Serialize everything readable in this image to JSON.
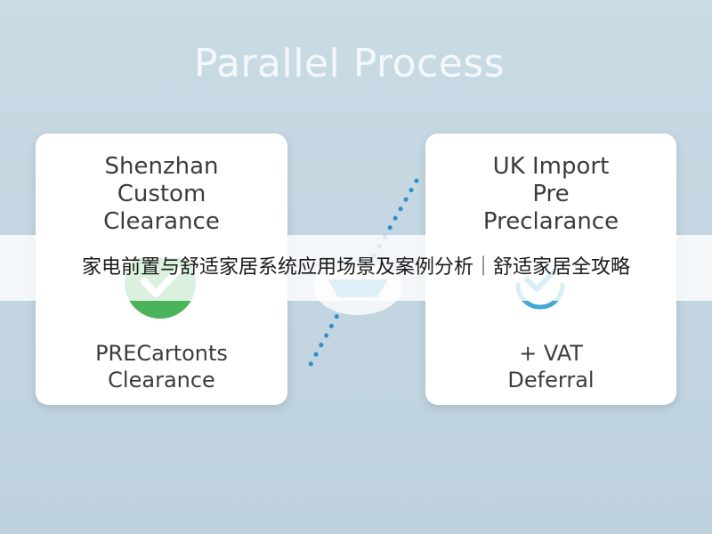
{
  "diagram": {
    "title": "Parallel Process",
    "left_card": {
      "top_text": "Shenzhan\nCustom\nClearance",
      "bottom_text": "PRECartonts\nClearance",
      "icon": "checkmark-circle-icon",
      "icon_color": "#4bb35a"
    },
    "right_card": {
      "top_text": "UK Import\nPre\nPreclarance",
      "bottom_text": "+ VAT\nDeferral",
      "icon": "checkmark-circle-icon",
      "icon_color": "#45a9d6"
    },
    "center_icon": "ship-icon",
    "connector_color": "#2f8fc9"
  },
  "banner": {
    "text": "家电前置与舒适家居系统应用场景及案例分析｜舒适家居全攻略"
  }
}
